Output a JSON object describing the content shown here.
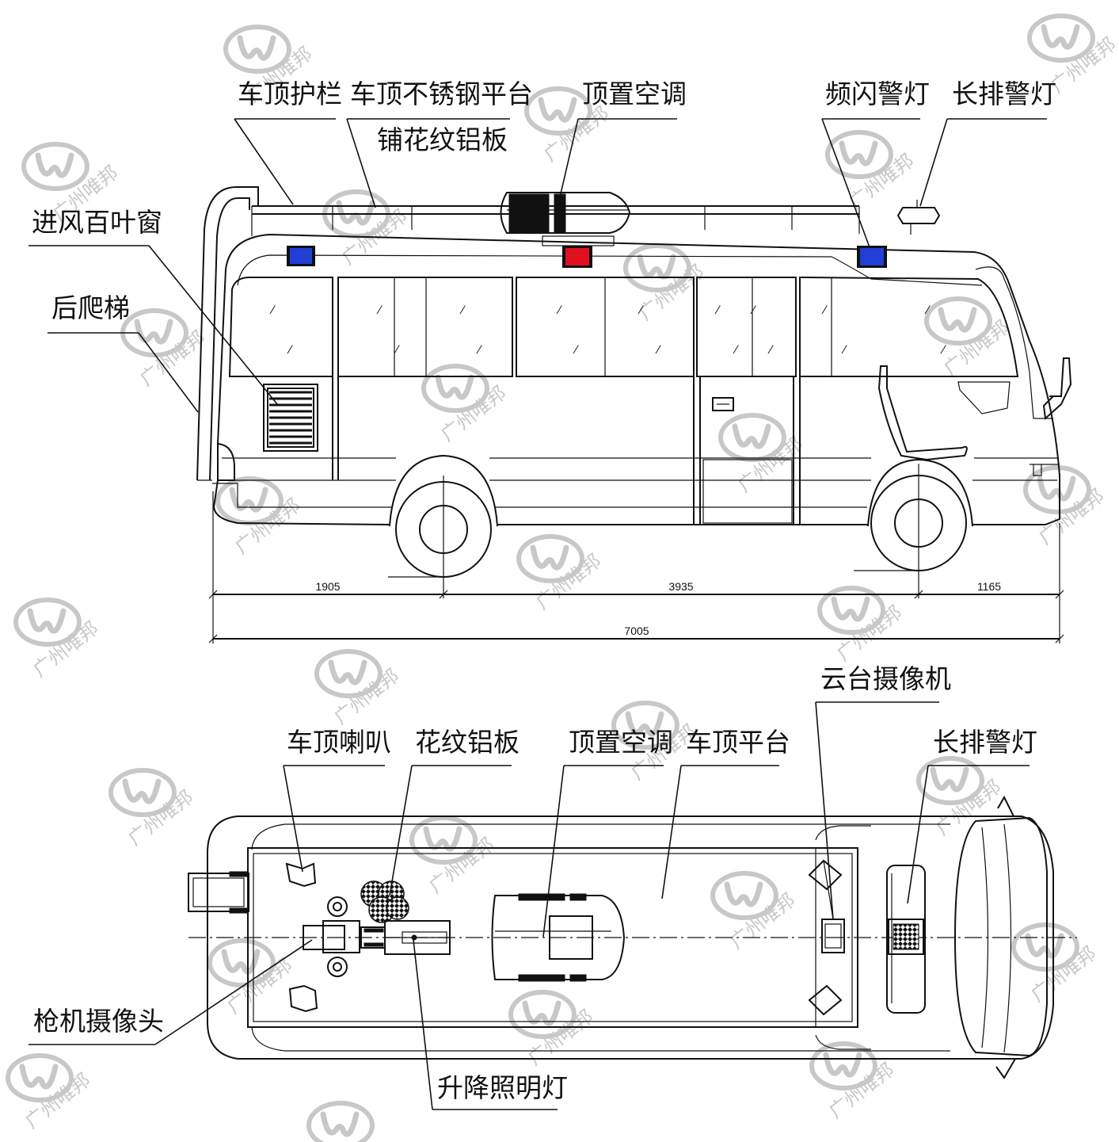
{
  "colors": {
    "line": "#111111",
    "light_blue": "#1f3fd6",
    "light_red": "#e01020",
    "watermark": "#c8c8c8"
  },
  "watermark": {
    "text": "广州唯邦",
    "logo_icon": "w-logo-icon"
  },
  "side_view": {
    "labels": {
      "roof_guardrail": "车顶护栏",
      "roof_platform_line1": "车顶不锈钢平台",
      "roof_platform_line2": "铺花纹铝板",
      "roof_ac": "顶置空调",
      "strobe_light": "频闪警灯",
      "light_bar": "长排警灯",
      "air_louver": "进风百叶窗",
      "rear_ladder": "后爬梯"
    },
    "dimensions": {
      "rear_overhang": "1905",
      "wheelbase": "3935",
      "front_overhang": "1165",
      "overall_length": "7005"
    }
  },
  "top_view": {
    "labels": {
      "roof_speaker": "车顶喇叭",
      "checker_plate": "花纹铝板",
      "roof_ac": "顶置空调",
      "roof_platform": "车顶平台",
      "ptz_camera": "云台摄像机",
      "light_bar": "长排警灯",
      "bullet_camera": "枪机摄像头",
      "lifting_light": "升降照明灯"
    }
  }
}
